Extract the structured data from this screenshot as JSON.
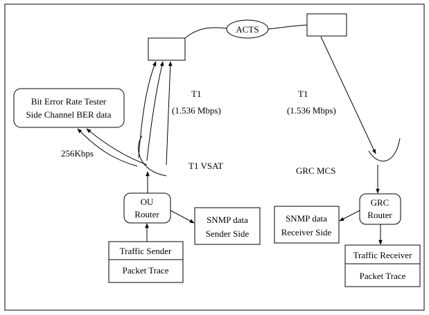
{
  "labels": {
    "acts": "ACTS",
    "bert_line1": "Bit Error Rate Tester",
    "bert_line2": "Side Channel BER data",
    "t1_left": "T1",
    "rate_left": "(1.536 Mbps)",
    "t1_right": "T1",
    "rate_right": "(1.536 Mbps)",
    "side_rate": "256Kbps",
    "t1_vsat": "T1 VSAT",
    "grc_mcs": "GRC  MCS",
    "ou_router_line1": "OU",
    "ou_router_line2": "Router",
    "snmp_sender_line1": "SNMP data",
    "snmp_sender_line2": "Sender Side",
    "snmp_receiver_line1": "SNMP data",
    "snmp_receiver_line2": "Receiver Side",
    "grc_router_line1": "GRC",
    "grc_router_line2": "Router",
    "traffic_sender": "Traffic Sender",
    "packet_trace_sender": "Packet Trace",
    "traffic_receiver": "Traffic Receiver",
    "packet_trace_receiver": "Packet Trace"
  }
}
